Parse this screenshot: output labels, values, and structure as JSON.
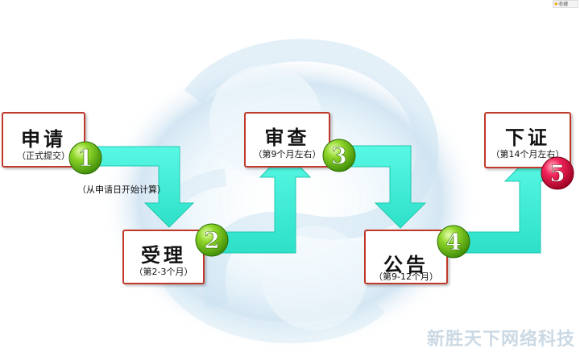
{
  "steps": [
    {
      "title": "申请",
      "sub": "（正式提交）",
      "number": "1"
    },
    {
      "title": "受理",
      "sub": "（第2-3个月）",
      "number": "2"
    },
    {
      "title": "审查",
      "sub": "（第9个月左右）",
      "number": "3"
    },
    {
      "title": "公告",
      "sub": "（第9-12个月）",
      "number": "4"
    },
    {
      "title": "下证",
      "sub": "（第14个月左右）",
      "number": "5"
    }
  ],
  "note": "（从申请日开始计算）",
  "colors": {
    "arrow": "#40f0d8",
    "arrow_edge": "#20c8b0",
    "box_border": "#c0392b",
    "ball_green": "#6cc21e",
    "ball_red": "#e0113c"
  },
  "watermark": "新胜天下网络科技",
  "corner_badge": {
    "icon": "star-icon",
    "label": "收藏"
  }
}
